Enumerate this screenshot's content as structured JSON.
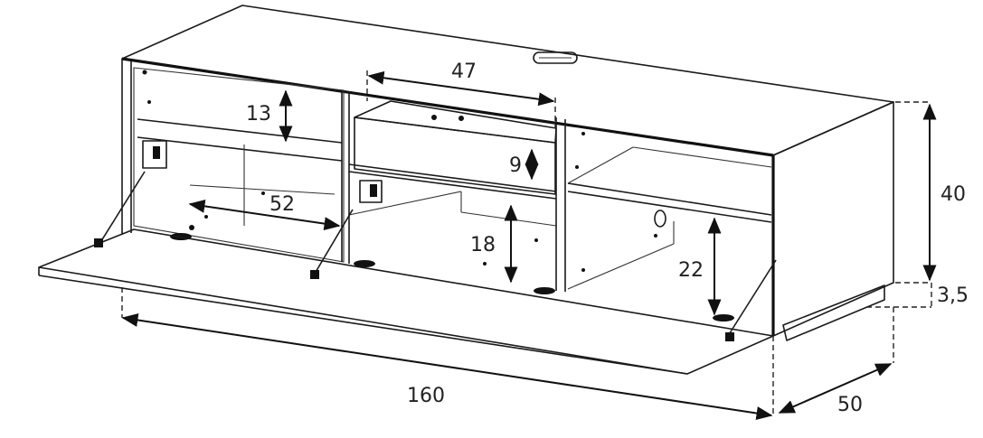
{
  "dimensions": {
    "width": "160",
    "depth": "50",
    "height": "40",
    "base_height": "3,5",
    "drawer_width": "47",
    "drawer_height": "9",
    "left_shelf_gap": "13",
    "left_compartment_depth": "52",
    "middle_compartment_height": "18",
    "right_compartment_height": "22"
  }
}
